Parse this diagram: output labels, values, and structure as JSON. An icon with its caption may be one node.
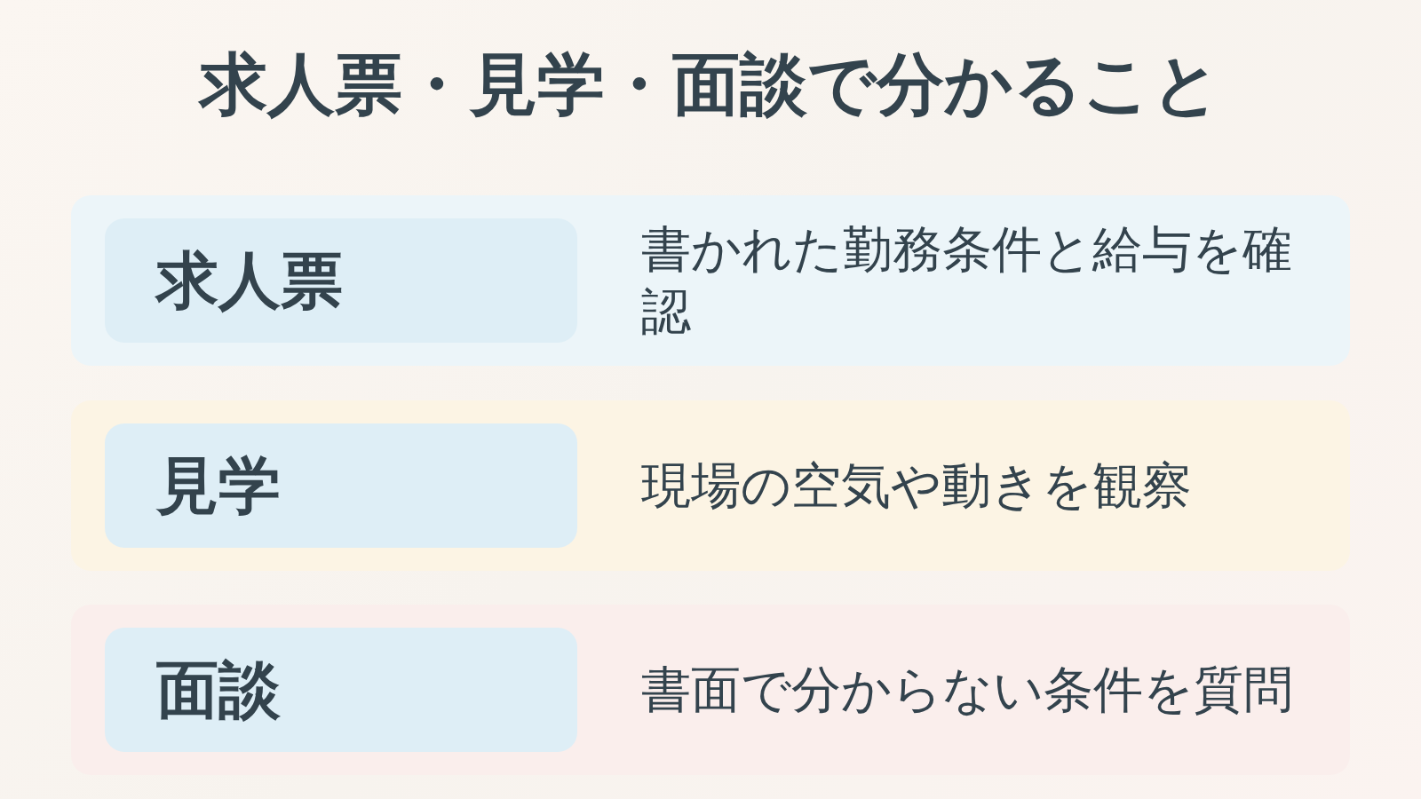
{
  "diagram": {
    "title": "求人票・見学・面談で分かること",
    "nodes": [
      {
        "text": [
          "書かれた勤務条件と給与を確認"
        ]
      },
      {
        "text": [
          "求人票"
        ],
        "in": 0
      },
      {
        "text": [
          "現場の空気や動きを観察"
        ]
      },
      {
        "text": [
          "見学"
        ],
        "in": 2
      },
      {
        "text": [
          "書面で分からない条件を質問"
        ]
      },
      {
        "text": [
          "面談"
        ],
        "in": 4
      }
    ]
  }
}
